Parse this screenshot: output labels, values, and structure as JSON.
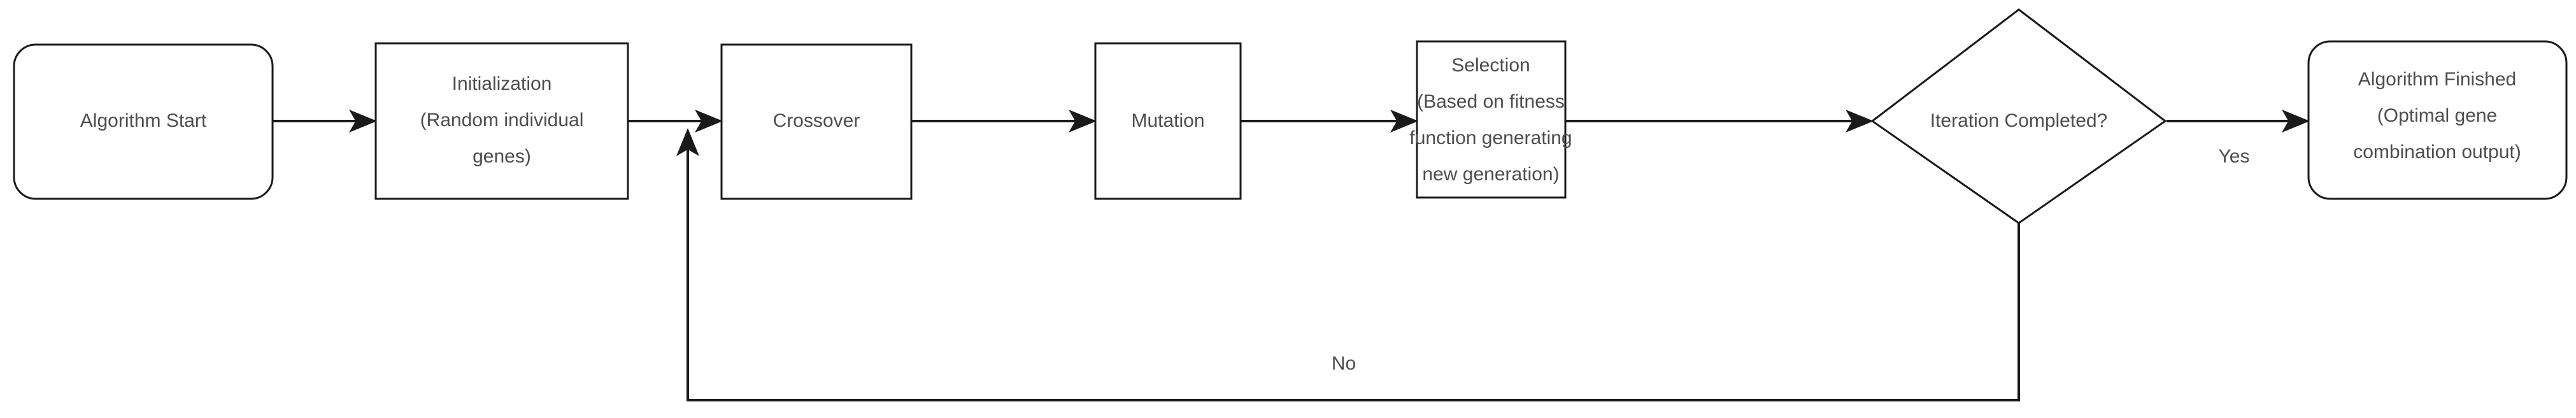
{
  "diagram": {
    "title": "Genetic Algorithm Flowchart",
    "colors": {
      "background": "#ffffff",
      "node_fill": "#ffffff",
      "node_stroke": "#1a1a1a",
      "text": "#4d4d4d",
      "edge": "#1a1a1a"
    },
    "nodes": [
      {
        "id": "algorithm-start",
        "shape": "rounded-rectangle",
        "lines": [
          "Algorithm Start"
        ]
      },
      {
        "id": "initialization",
        "shape": "rectangle",
        "lines": [
          "Initialization",
          "(Random individual",
          "genes)"
        ]
      },
      {
        "id": "crossover",
        "shape": "rectangle",
        "lines": [
          "Crossover"
        ]
      },
      {
        "id": "mutation",
        "shape": "rectangle",
        "lines": [
          "Mutation"
        ]
      },
      {
        "id": "selection",
        "shape": "rectangle",
        "lines": [
          "Selection",
          "(Based on fitness",
          "function generating",
          "new generation)"
        ]
      },
      {
        "id": "iteration-completed",
        "shape": "diamond",
        "lines": [
          "Iteration Completed?"
        ]
      },
      {
        "id": "algorithm-finished",
        "shape": "rounded-rectangle",
        "lines": [
          "Algorithm Finished",
          "(Optimal gene",
          "combination output)"
        ]
      }
    ],
    "edge_labels": {
      "yes": "Yes",
      "no": "No"
    },
    "edges": [
      {
        "from": "algorithm-start",
        "to": "initialization",
        "label": ""
      },
      {
        "from": "initialization",
        "to": "crossover",
        "label": ""
      },
      {
        "from": "crossover",
        "to": "mutation",
        "label": ""
      },
      {
        "from": "mutation",
        "to": "selection",
        "label": ""
      },
      {
        "from": "selection",
        "to": "iteration-completed",
        "label": ""
      },
      {
        "from": "iteration-completed",
        "to": "algorithm-finished",
        "label": "Yes"
      },
      {
        "from": "iteration-completed",
        "to": "crossover",
        "label": "No"
      }
    ]
  }
}
